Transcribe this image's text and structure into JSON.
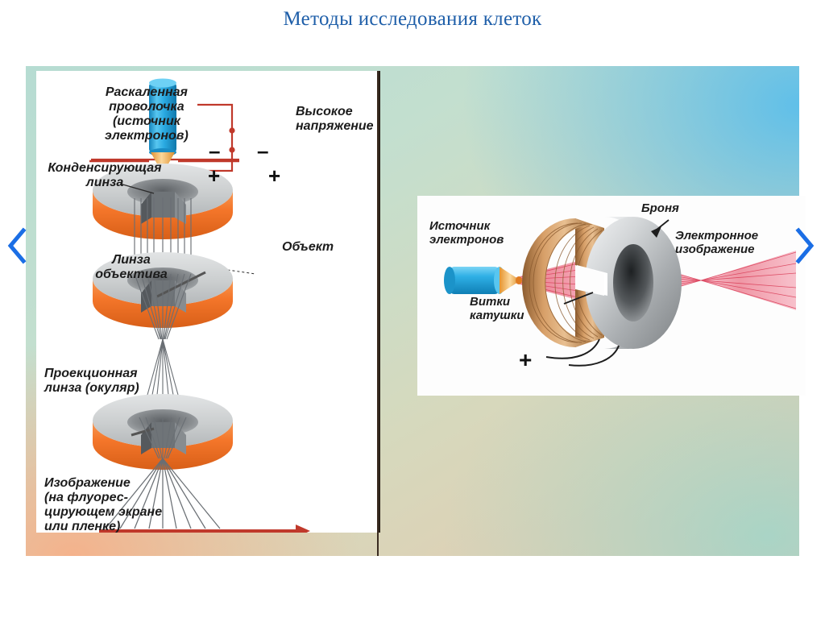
{
  "slide": {
    "title": "Методы исследования клеток",
    "title_color": "#1f5fa9",
    "background_colors": {
      "top_right": "#5abeeb",
      "bottom_left": "#f6b089",
      "base_green": "#b6dcd2",
      "base_sand": "#e4c9ae"
    }
  },
  "navigation": {
    "prev_label": "‹",
    "next_label": "›",
    "arrow_color": "#1b6ee5"
  },
  "figure_left": {
    "caption_labels": [
      {
        "id": "hot-filament",
        "text": "Раскаленная\nпроволочка\n(источник\nэлектронов)"
      },
      {
        "id": "high-voltage",
        "text": "Высокое\nнапряжение"
      },
      {
        "id": "condenser-lens",
        "text": "Конденсирующая\nлинза"
      },
      {
        "id": "specimen",
        "text": "Объект"
      },
      {
        "id": "objective-lens",
        "text": "Линза\nобъектива"
      },
      {
        "id": "projection-lens",
        "text": "Проекционная\nлинза (окуляр)"
      },
      {
        "id": "image-screen",
        "text": "Изображение\n(на флуорес-\nцирующем экране\nили пленке)"
      }
    ],
    "polarity_signs": {
      "minus_left": "–",
      "minus_right": "–",
      "plus_left": "+",
      "plus_right": "+"
    },
    "colors": {
      "electron_gun": "#29a8e0",
      "filament_tip": "#f0a64a",
      "lens_metal": "#c9cbcc",
      "lens_copper": "#f07b33",
      "wire": "#c0392b",
      "beam": "#555a5e",
      "arrow": "#c0392b"
    }
  },
  "figure_right": {
    "caption_labels": [
      {
        "id": "electron-source",
        "text": "Источник\nэлектронов"
      },
      {
        "id": "armour",
        "text": "Броня"
      },
      {
        "id": "electron-image",
        "text": "Электронное\nизображение"
      },
      {
        "id": "coil-windings",
        "text": "Витки\nкатушки"
      }
    ],
    "polarity_signs": {
      "plus": "+"
    },
    "colors": {
      "electron_gun": "#29a8e0",
      "gun_tip": "#f0a64a",
      "armour_metal": "#b8bcbe",
      "coil_copper": "#c88a52",
      "beam": "#e23b55"
    }
  }
}
